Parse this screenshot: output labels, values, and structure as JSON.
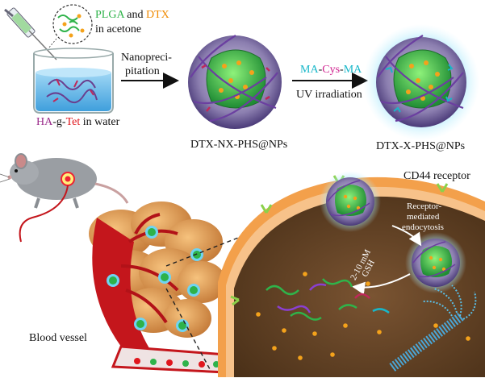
{
  "top_panel": {
    "legend_drug": {
      "part1": "PLGA",
      "part2": " and ",
      "part3": "DTX",
      "line2": "in acetone"
    },
    "beaker_caption": {
      "part1": "HA",
      "part2": "-g-",
      "part3": "Tet",
      "part4": " in water"
    },
    "step1": {
      "line1": "Nanopreci-",
      "line2": "pitation"
    },
    "np1_label": "DTX-NX-PHS@NPs",
    "step2": {
      "part1": "MA",
      "part2": "-",
      "part3": "Cys",
      "part4": "-",
      "part5": "MA",
      "line2": "UV irradiation"
    },
    "np2_label": "DTX-X-PHS@NPs"
  },
  "bottom_panel": {
    "blood_vessel_label": "Blood vessel",
    "receptor_label": "CD44 receptor",
    "endocytosis_label": {
      "line1": "Receptor-",
      "line2": "mediated",
      "line3": "endocytosis"
    },
    "gsh_label": {
      "line1": "2-10 mM",
      "line2": "GSH"
    }
  },
  "colors": {
    "water": "#5fb6e8",
    "core": "#2db24a",
    "drug": "#f4a21b",
    "shell": "#6b3fa0",
    "glow": "#6fd4f2",
    "cell": "#b0683a",
    "membrane": "#f3a04b",
    "vessel": "#c4161c"
  }
}
